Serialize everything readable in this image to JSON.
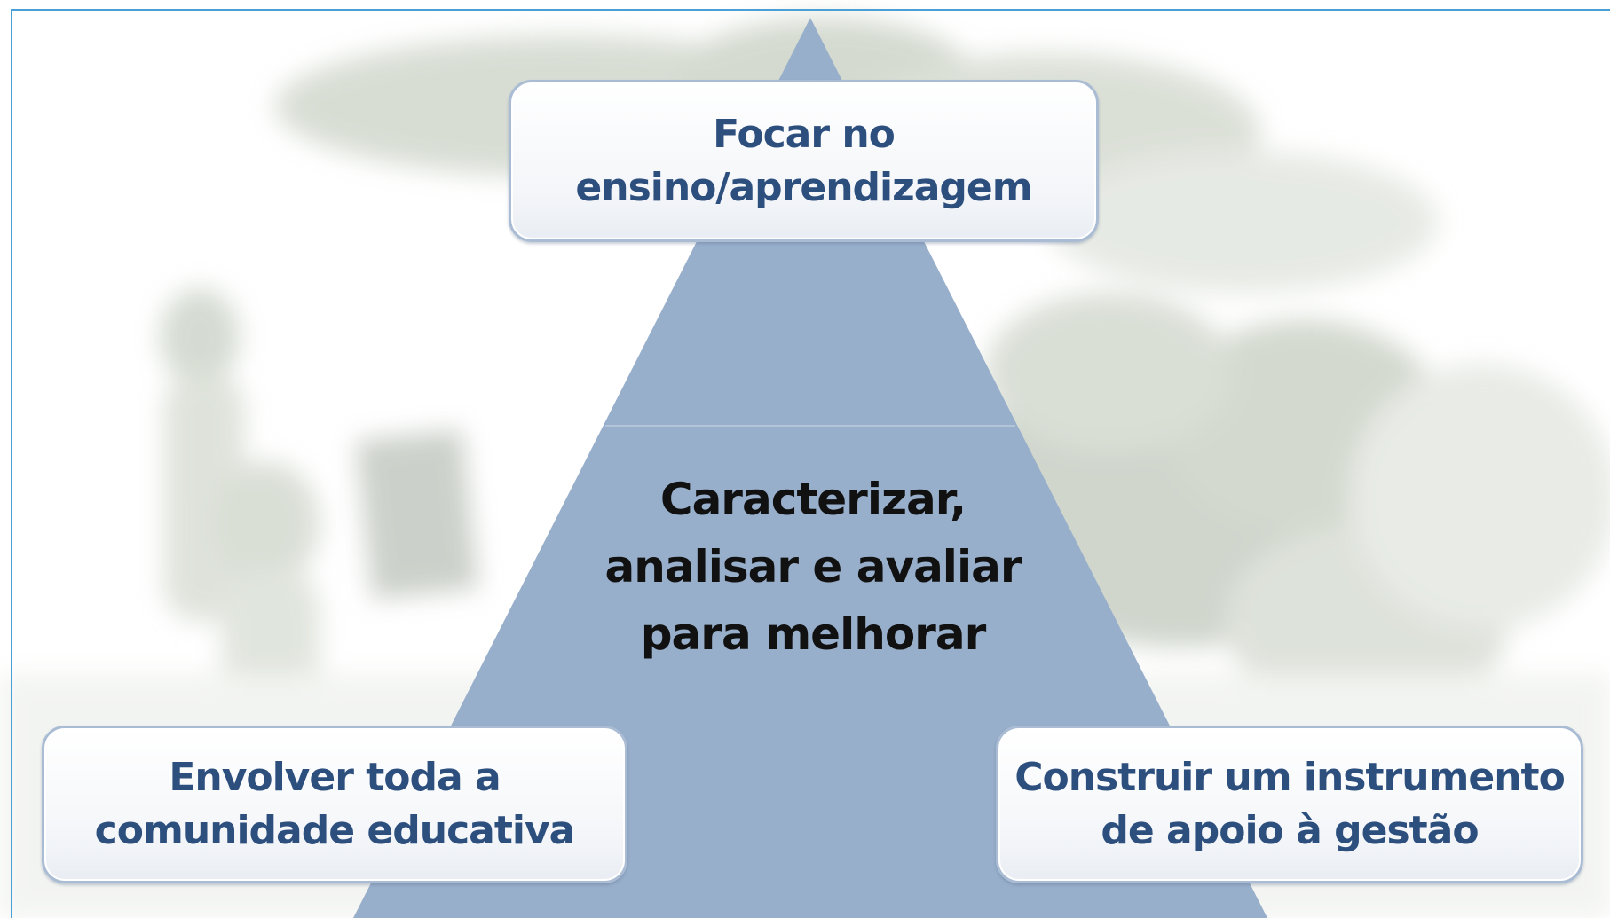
{
  "diagram": {
    "center_label": {
      "lines": [
        "Caracterizar,",
        "analisar e avaliar",
        "para melhorar"
      ]
    },
    "top_box": {
      "lines": [
        "Focar no",
        "ensino/aprendizagem"
      ]
    },
    "left_box": {
      "lines": [
        "Envolver toda a",
        "comunidade educativa"
      ]
    },
    "right_box": {
      "lines": [
        "Construir um instrumento",
        "de apoio à gestão"
      ]
    }
  },
  "colors": {
    "pyramid_fill": "#98afcb",
    "box_border": "#a9bcd4",
    "box_text": "#2d4f7e",
    "center_text": "#111111",
    "frame_border": "#4a9fd6",
    "background_figures": "#c9d2c3"
  }
}
